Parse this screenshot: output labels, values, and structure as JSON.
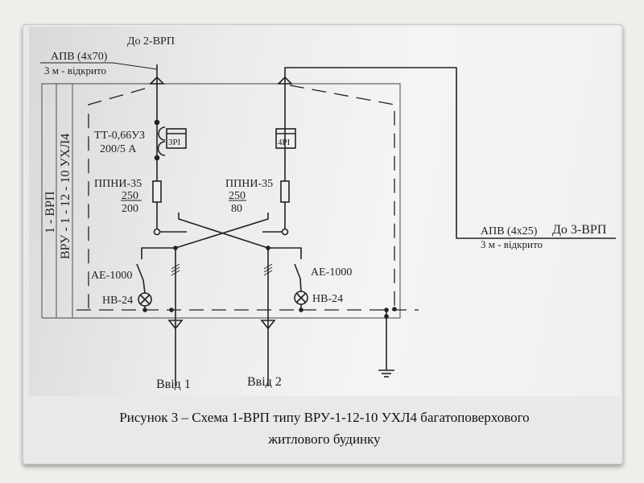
{
  "diagram": {
    "to_vrp2": "До 2-ВРП",
    "cable_in_label": "АПВ (4х70)",
    "cable_in_length": "3 м - відкрито",
    "panel_label": "1 - ВРП",
    "panel_type": "ВРУ - 1 - 12 - 10 УХЛ4",
    "ct_label": "ТТ-0,66УЗ",
    "ct_ratio": "200/5 А",
    "meter_left": "3PI",
    "meter_right": "4PI",
    "fuse_left_type": "ППНИ-35",
    "fuse_left_num": "250",
    "fuse_left_den": "200",
    "fuse_right_type": "ППНИ-35",
    "fuse_right_num": "250",
    "fuse_right_den": "80",
    "breaker_left": "АЕ-1000",
    "lamp_left": "НВ-24",
    "breaker_right": "АЕ-1000",
    "lamp_right": "НВ-24",
    "input_1": "Ввід 1",
    "input_2": "Ввід 2",
    "cable_out_label": "АПВ (4х25)",
    "to_vrp3": "До 3-ВРП",
    "cable_out_length": "3 м - відкрито"
  },
  "caption": {
    "line1": "Рисунок 3 – Схема 1-ВРП типу ВРУ-1-12-10 УХЛ4 багатоповерхового",
    "line2": "житлового будинку"
  }
}
